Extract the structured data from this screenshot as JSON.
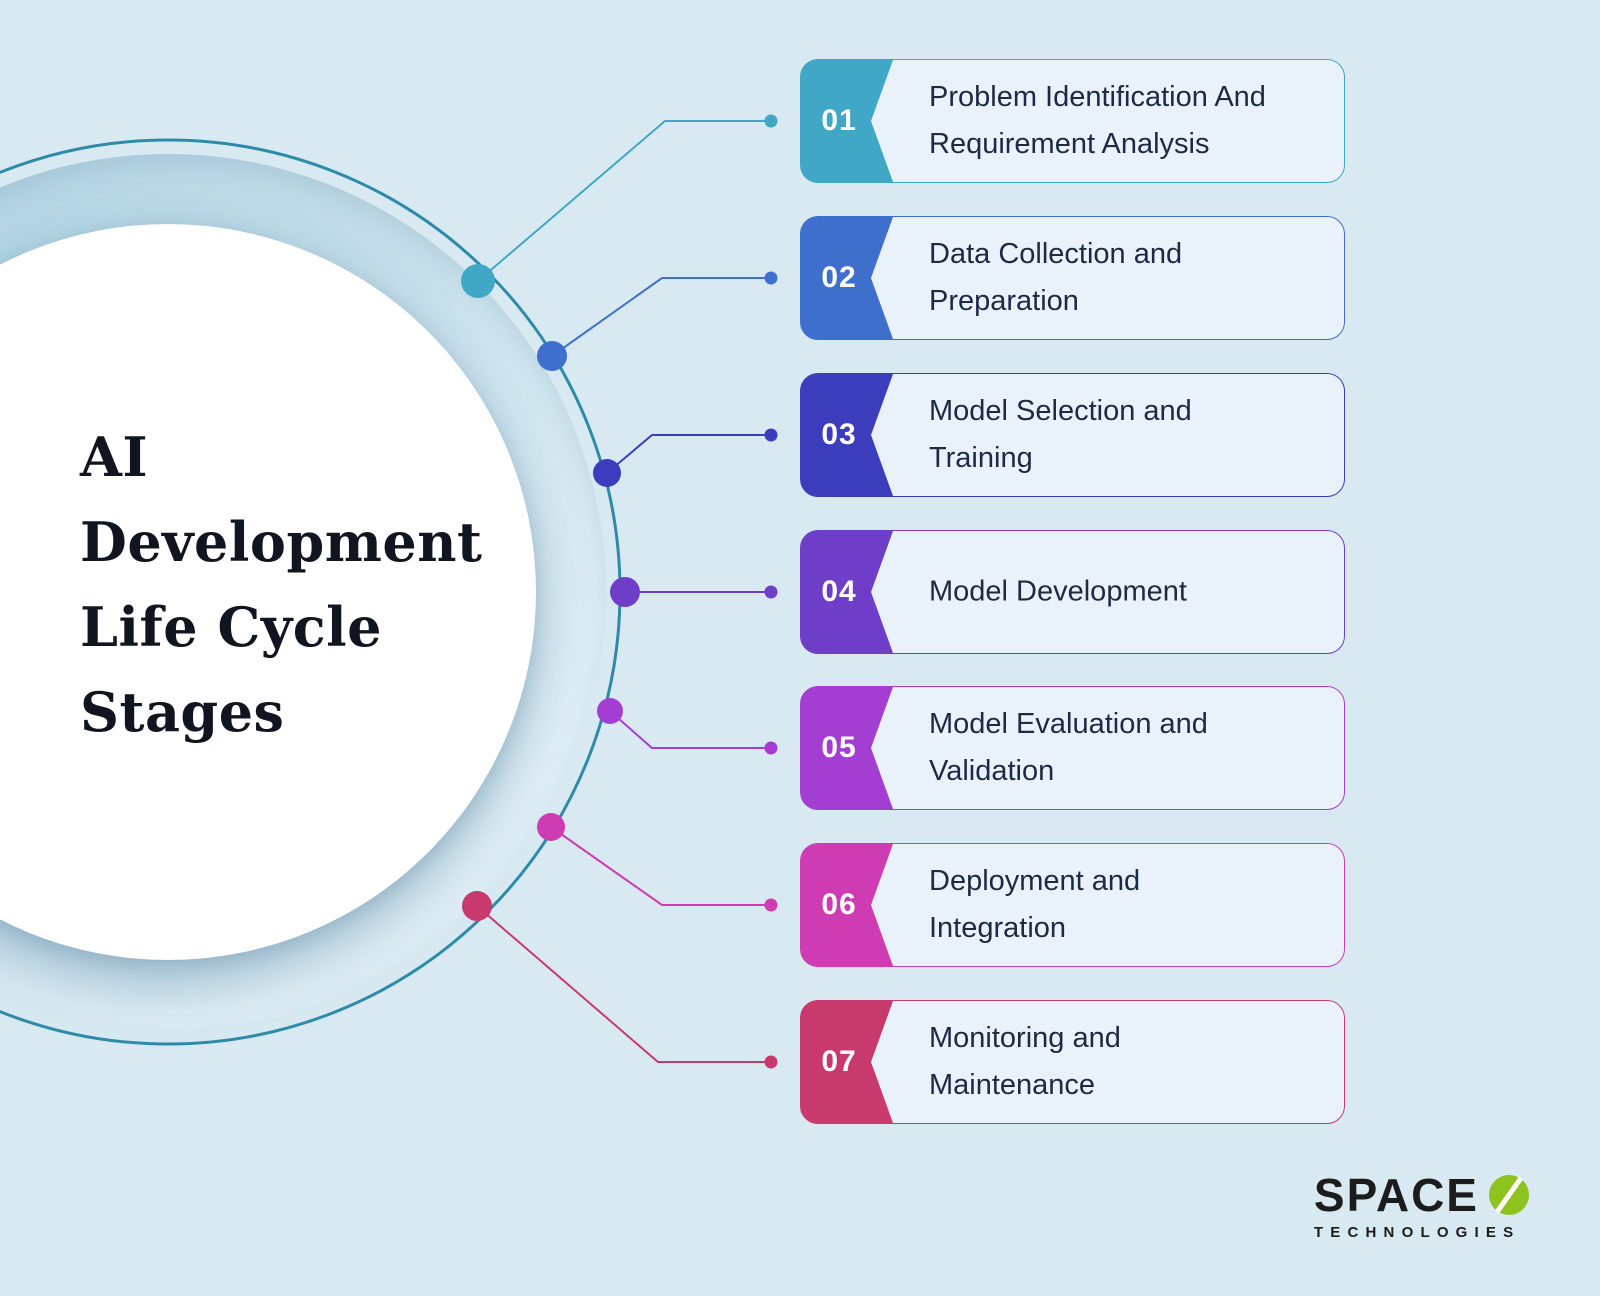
{
  "page": {
    "background_color": "#d8e9f1"
  },
  "title": {
    "lines": [
      "AI",
      "Development",
      "Life Cycle",
      "Stages"
    ]
  },
  "stages": [
    {
      "number": "01",
      "label": "Problem Identification And Requirement Analysis",
      "lines": [
        "Problem Identification And",
        "Requirement Analysis"
      ],
      "color": "#41a7c6"
    },
    {
      "number": "02",
      "label": "Data Collection and Preparation",
      "lines": [
        "Data Collection and",
        "Preparation"
      ],
      "color": "#3f6fcd"
    },
    {
      "number": "03",
      "label": "Model Selection and Training",
      "lines": [
        "Model Selection and",
        "Training"
      ],
      "color": "#3b3dbd"
    },
    {
      "number": "04",
      "label": "Model Development",
      "lines": [
        "Model Development"
      ],
      "color": "#6e3ec9"
    },
    {
      "number": "05",
      "label": "Model Evaluation and Validation",
      "lines": [
        "Model Evaluation and",
        "Validation"
      ],
      "color": "#a43ed2"
    },
    {
      "number": "06",
      "label": "Deployment and Integration",
      "lines": [
        "Deployment and",
        "Integration"
      ],
      "color": "#cf3bb2"
    },
    {
      "number": "07",
      "label": "Monitoring and Maintenance",
      "lines": [
        "Monitoring and",
        "Maintenance"
      ],
      "color": "#c83a6e"
    }
  ],
  "ring": {
    "outline_color": "#2e8ba8"
  },
  "logo": {
    "word": "SPACE",
    "subtext": "TECHNOLOGIES",
    "accent_color": "#8dc21f"
  }
}
